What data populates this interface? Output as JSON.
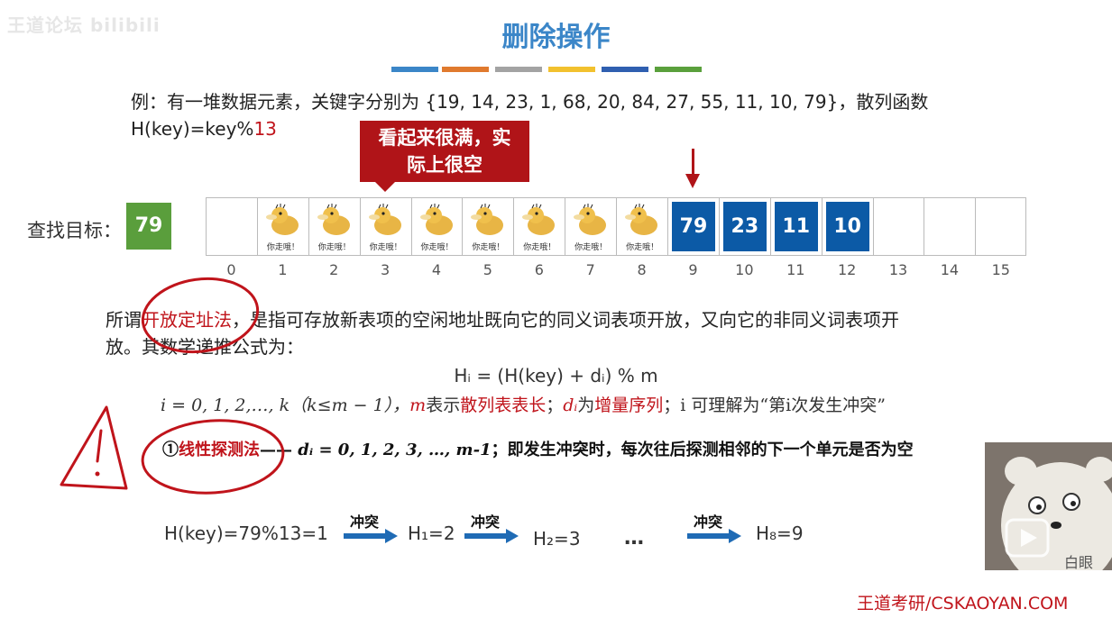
{
  "watermark": "王道论坛 bilibili",
  "title": "删除操作",
  "title_bar_colors": [
    "#3b86c8",
    "#e07a2e",
    "#a3a3a3",
    "#f2c12e",
    "#2f5fb0",
    "#5aa03c"
  ],
  "example": {
    "line1": "例：有一堆数据元素，关键字分别为 {19, 14, 23, 1, 68, 20, 84, 27, 55, 11, 10, 79}，散列函数",
    "line2_prefix": "H(key)=key%",
    "line2_mod": "13"
  },
  "callout": {
    "line1": "看起来很满，实",
    "line2": "际上很空"
  },
  "search": {
    "label": "查找目标：",
    "target": "79"
  },
  "hash_table": {
    "cells": [
      {
        "type": "empty",
        "value": ""
      },
      {
        "type": "duck",
        "value": "你走哦！"
      },
      {
        "type": "duck",
        "value": "你走哦！"
      },
      {
        "type": "duck",
        "value": "你走哦！"
      },
      {
        "type": "duck",
        "value": "你走哦！"
      },
      {
        "type": "duck",
        "value": "你走哦！"
      },
      {
        "type": "duck",
        "value": "你走哦！"
      },
      {
        "type": "duck",
        "value": "你走哦！"
      },
      {
        "type": "duck",
        "value": "你走哦！"
      },
      {
        "type": "value",
        "value": "79"
      },
      {
        "type": "value",
        "value": "23"
      },
      {
        "type": "value",
        "value": "11"
      },
      {
        "type": "value",
        "value": "10"
      },
      {
        "type": "empty",
        "value": ""
      },
      {
        "type": "empty",
        "value": ""
      },
      {
        "type": "empty",
        "value": ""
      }
    ],
    "indices": [
      "0",
      "1",
      "2",
      "3",
      "4",
      "5",
      "6",
      "7",
      "8",
      "9",
      "10",
      "11",
      "12",
      "13",
      "14",
      "15"
    ]
  },
  "paragraph": {
    "p1": "所谓",
    "p_term": "开放定址法",
    "p2": "，是指可存放新表项的空闲地址既向它的同义词表项开放，又向它的非同义词表项开",
    "p3": "放。其数学递推公式为："
  },
  "formula": "Hᵢ = (H(key) + dᵢ) % m",
  "condition": {
    "c1": "i = 0, 1, 2,…, k（k≤m − 1），",
    "c2": "m",
    "c3": "表示",
    "c4": "散列表表长",
    "c5": "；",
    "c6": "dᵢ",
    "c7": "为",
    "c8": "增量序列",
    "c9": "；i 可理解为“第i次发生冲突”"
  },
  "linear": {
    "num": "①",
    "term": "线性探测法",
    "dash": "—— ",
    "seq": "dᵢ = 0, 1, 2, 3, …, m-1",
    "desc": "；即发生冲突时，每次往后探测相邻的下一个单元是否为空"
  },
  "probe": {
    "h0": "H(key)=79%13=1",
    "conflict": "冲突",
    "h1": "H₁=2",
    "h2": "H₂=3",
    "dots": "…",
    "h8": "H₈=9"
  },
  "video_label": "白眼",
  "footer": "王道考研/CSKAOYAN.COM"
}
